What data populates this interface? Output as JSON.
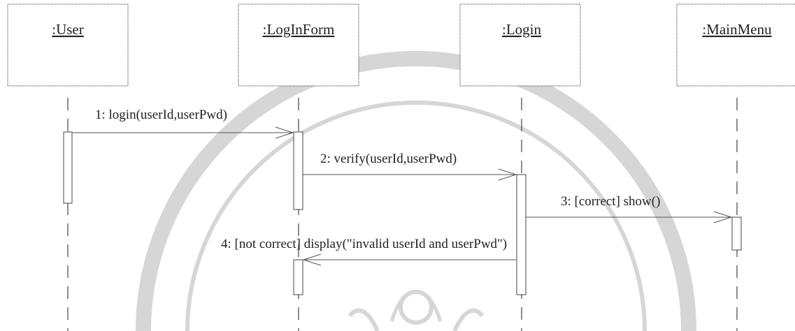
{
  "diagram": {
    "type": "uml-sequence",
    "objects": [
      {
        "id": "user",
        "label": ":User"
      },
      {
        "id": "loginform",
        "label": ":LogInForm"
      },
      {
        "id": "login",
        "label": ":Login"
      },
      {
        "id": "mainmenu",
        "label": ":MainMenu"
      }
    ],
    "messages": [
      {
        "number": 1,
        "from": "user",
        "to": "loginform",
        "label": "1: login(userId,userPwd)"
      },
      {
        "number": 2,
        "from": "loginform",
        "to": "login",
        "label": "2: verify(userId,userPwd)"
      },
      {
        "number": 3,
        "from": "login",
        "to": "mainmenu",
        "label": "3: [correct] show()"
      },
      {
        "number": 4,
        "from": "login",
        "to": "loginform",
        "label": "4: [not correct] display(\"invalid userId and userPwd\")"
      }
    ],
    "watermark": {
      "type": "emblem"
    }
  }
}
